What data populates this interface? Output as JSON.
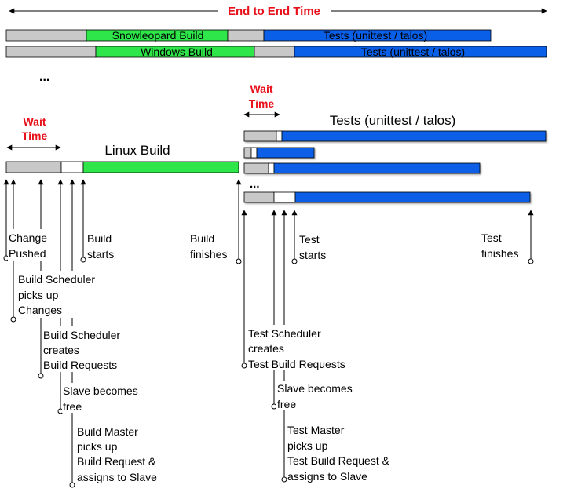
{
  "title": "End to End Time",
  "colors": {
    "gray": "#c8c8c8",
    "green": "#2ee64a",
    "blue": "#0a5fe8",
    "white": "#ffffff",
    "red": "#e8101a"
  },
  "top_bars": [
    {
      "build": "Snowleopard Build",
      "tests": "Tests (unittest / talos)"
    },
    {
      "build": "Windows Build",
      "tests": "Tests (unittest / talos)"
    }
  ],
  "ellipsis": "...",
  "wait_time_line1": "Wait",
  "wait_time_line2": "Time",
  "linux_build": "Linux Build",
  "tests_header": "Tests (unittest / talos)",
  "events": {
    "change_pushed": [
      "Change",
      "Pushed"
    ],
    "build_starts": [
      "Build",
      "starts"
    ],
    "build_finishes": [
      "Build",
      "finishes"
    ],
    "test_starts": [
      "Test",
      "starts"
    ],
    "test_finishes": [
      "Test",
      "finishes"
    ],
    "build_scheduler_picks_up": [
      "Build Scheduler",
      "picks up",
      "Changes"
    ],
    "build_scheduler_creates": [
      "Build Scheduler",
      "creates",
      "Build Requests"
    ],
    "slave_becomes_free_1": [
      "Slave becomes",
      "free"
    ],
    "build_master_picks_up": [
      "Build Master",
      "picks up",
      "Build Request &",
      "assigns to Slave"
    ],
    "test_scheduler_creates": [
      "Test Scheduler",
      "creates",
      "Test Build Requests"
    ],
    "slave_becomes_free_2": [
      "Slave becomes",
      "free"
    ],
    "test_master_picks_up": [
      "Test Master",
      "picks up",
      "Test Build Request &",
      "assigns to Slave"
    ]
  }
}
